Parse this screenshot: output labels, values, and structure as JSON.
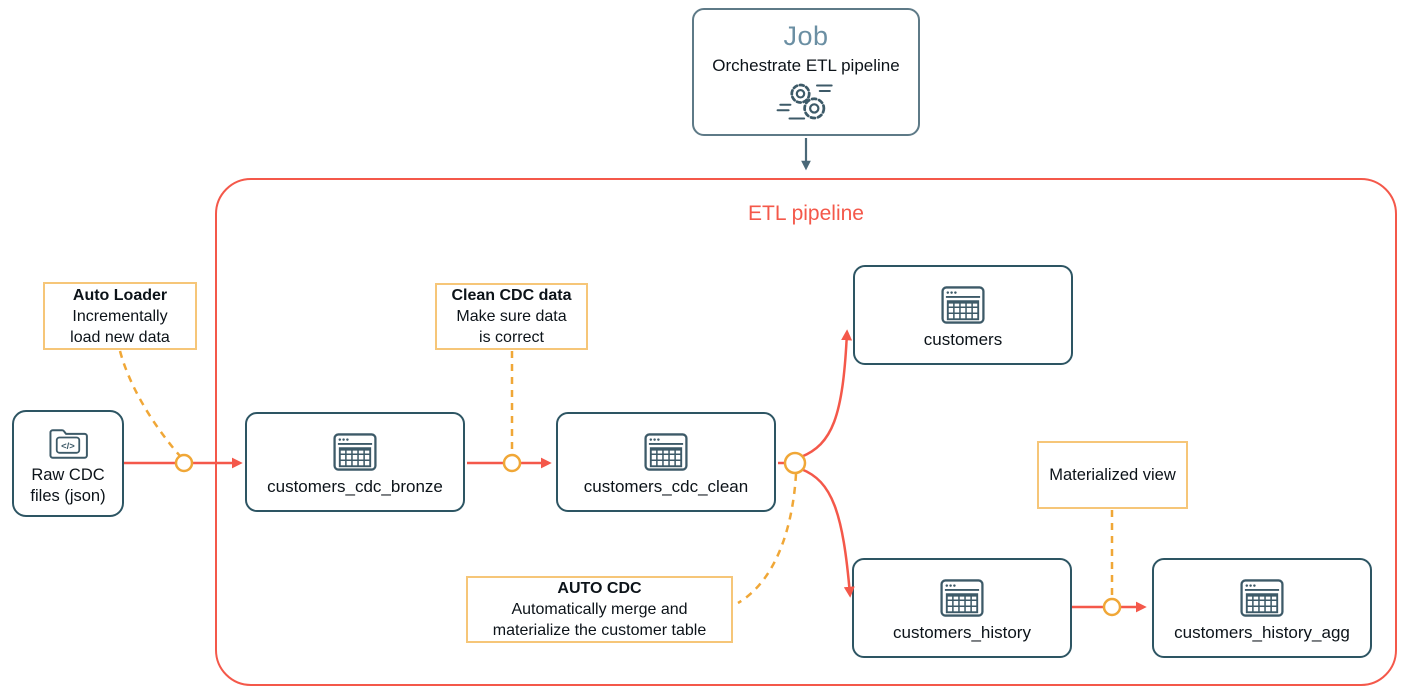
{
  "job": {
    "title": "Job",
    "subtitle": "Orchestrate ETL pipeline",
    "icon": "gears-icon"
  },
  "etl": {
    "title": "ETL pipeline"
  },
  "source": {
    "line1": "Raw CDC",
    "line2": "files (json)",
    "icon": "code-folder-icon"
  },
  "tables": {
    "bronze": "customers_cdc_bronze",
    "clean": "customers_cdc_clean",
    "customers": "customers",
    "history": "customers_history",
    "history_agg": "customers_history_agg"
  },
  "annotations": {
    "auto_loader": {
      "title": "Auto Loader",
      "line1": "Incrementally",
      "line2": "load new data"
    },
    "clean_cdc": {
      "title": "Clean CDC data",
      "line1": "Make sure data",
      "line2": "is correct"
    },
    "auto_cdc": {
      "title": "AUTO CDC",
      "line1": "Automatically merge and",
      "line2": "materialize the customer table"
    },
    "materialized_view": {
      "title": "Materialized view"
    }
  },
  "colors": {
    "coral_flow": "#F4584A",
    "slate_node_border": "#2D5563",
    "job_border": "#5E7A87",
    "job_title_text": "#6B8FA3",
    "amber_dashed": "#F0A737",
    "annotation_border": "#F6C678",
    "text": "#0C1319"
  }
}
